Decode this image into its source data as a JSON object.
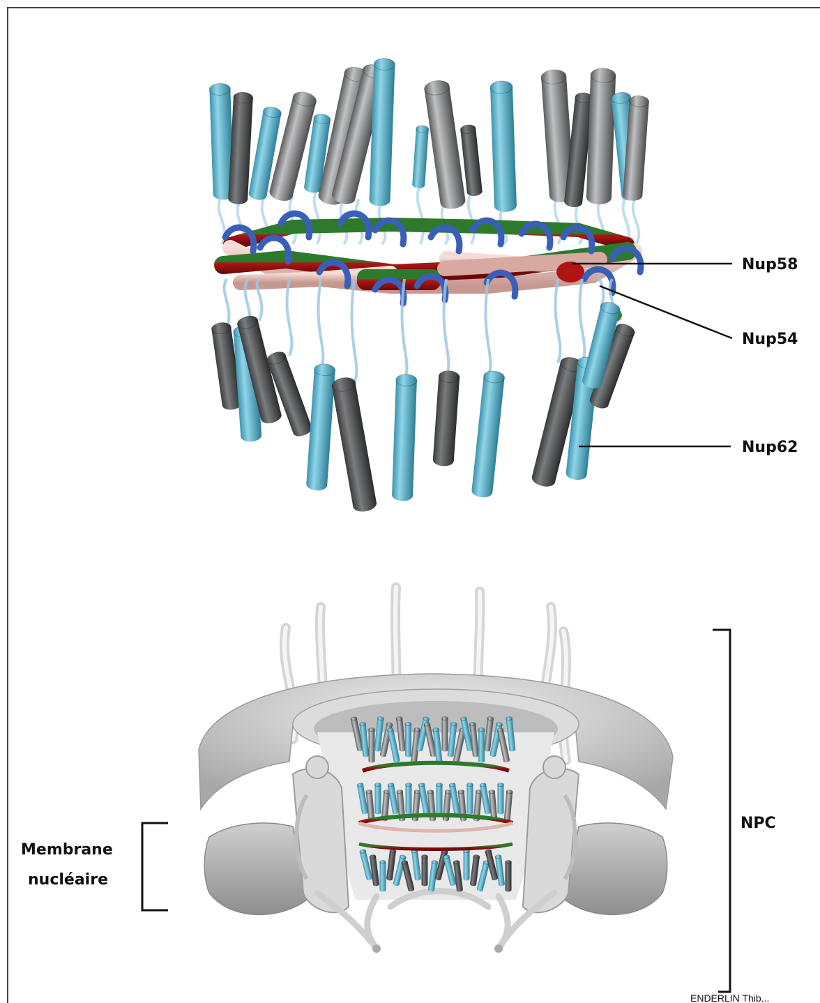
{
  "labels": {
    "nup58": "Nup58",
    "nup54": "Nup54",
    "nup62": "Nup62",
    "npc": "NPC",
    "membrane_line1": "Membrane",
    "membrane_line2": "nucléaire"
  },
  "credit": "ENDERLIN Thib...",
  "colors": {
    "nup62_cyan": "#5bb6cf",
    "nup62_grey": "#8a8c8e",
    "nup58_red": "#a01010",
    "nup58_green": "#2d7a2d",
    "nup54_pink": "#e8bfb8",
    "linker_blue": "#3a5fb8",
    "npc_grey": "#c8c8c8"
  }
}
